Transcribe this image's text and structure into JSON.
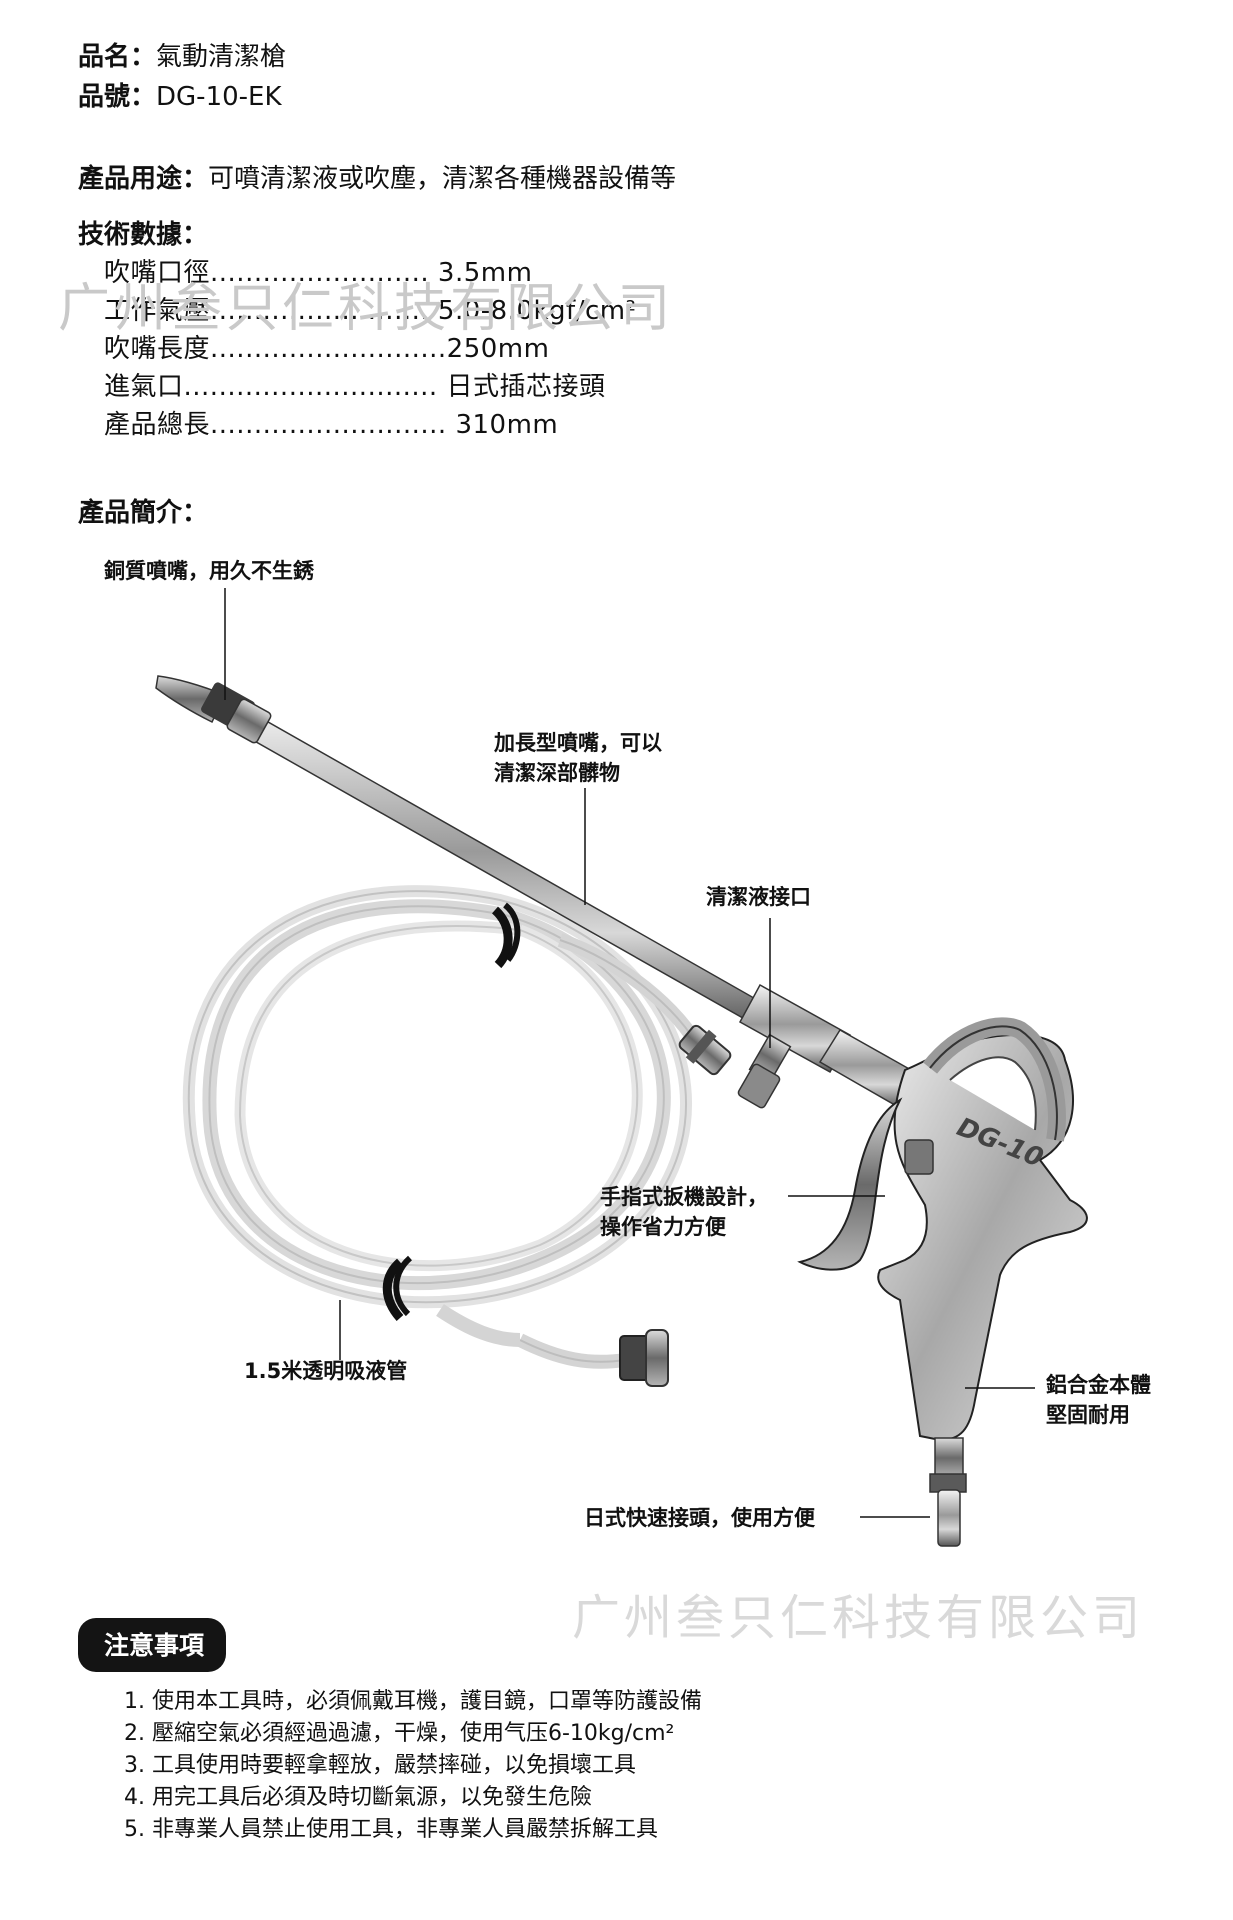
{
  "header": {
    "name_label": "品名：",
    "name_value": "氣動清潔槍",
    "model_label": "品號：",
    "model_value": "DG-10-EK",
    "usage_label": "產品用途：",
    "usage_value": "可噴清潔液或吹塵，清潔各種機器設備等"
  },
  "specs": {
    "title": "技術數據：",
    "rows": [
      {
        "label": "吹嘴口徑",
        "dots": ".........................",
        "value": "3.5mm"
      },
      {
        "label": "工作氣壓",
        "dots": ".........................",
        "value": "5.0-8.0kgf/cm²"
      },
      {
        "label": "吹嘴長度",
        "dots": "...........................",
        "value": "250mm"
      },
      {
        "label": "進氣口",
        "dots": ".............................",
        "value": "日式插芯接頭"
      },
      {
        "label": "產品總長",
        "dots": "...........................",
        "value": "310mm"
      }
    ]
  },
  "intro_title": "產品簡介：",
  "callouts": {
    "nozzle": "銅質噴嘴，用久不生銹",
    "extended_1": "加長型噴嘴，可以",
    "extended_2": "清潔深部髒物",
    "liquid_port": "清潔液接口",
    "trigger_1": "手指式扳機設計，",
    "trigger_2": "操作省力方便",
    "hose": "1.5米透明吸液管",
    "body_1": "鋁合金本體",
    "body_2": "堅固耐用",
    "connector": "日式快速接頭，使用方便"
  },
  "gun_marking": "DG-10",
  "watermark": "广州叁只仁科技有限公司",
  "notes": {
    "title": "注意事項",
    "items": [
      "1. 使用本工具時，必須佩戴耳機，護目鏡，口罩等防護設備",
      "2. 壓縮空氣必須經過過濾，干燥，使用气压6-10kg/cm²",
      "3. 工具使用時要輕拿輕放，嚴禁摔碰，以免損壞工具",
      "4. 用完工具后必須及時切斷氣源，以免發生危險",
      "5. 非專業人員禁止使用工具，非專業人員嚴禁拆解工具"
    ]
  },
  "colors": {
    "text": "#111111",
    "badge_bg": "#141414",
    "watermark": "#c9c9c9"
  }
}
